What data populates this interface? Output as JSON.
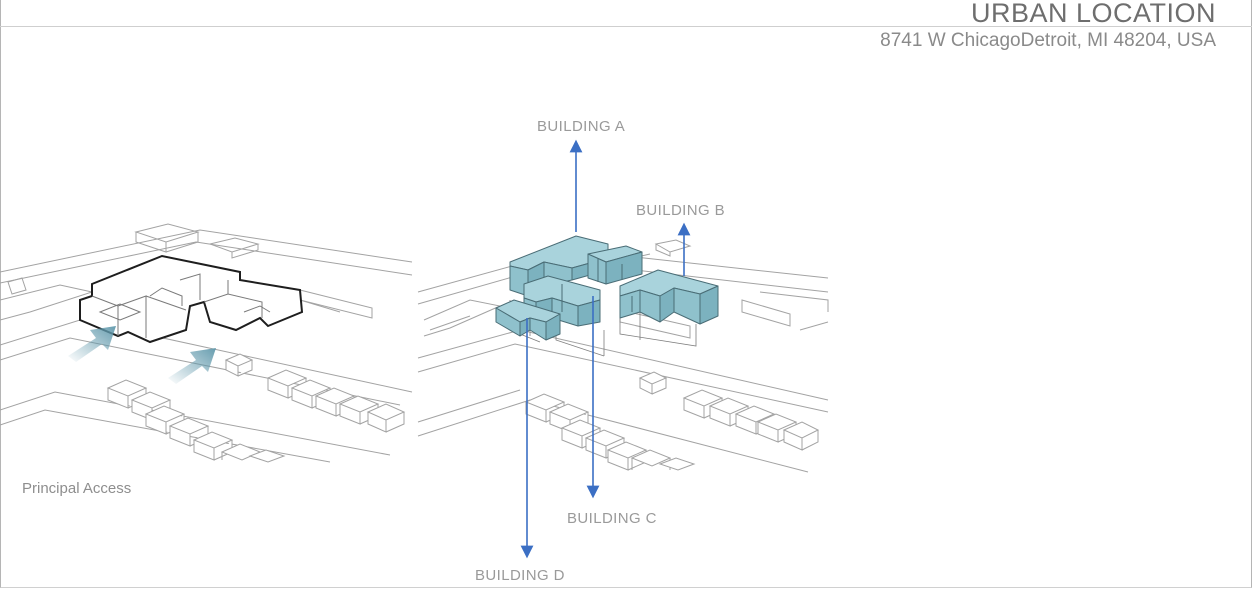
{
  "header": {
    "title": "URBAN LOCATION",
    "address": "8741 W ChicagoDetroit, MI 48204, USA"
  },
  "left_view": {
    "caption": "Principal Access"
  },
  "right_view": {
    "buildings": [
      {
        "id": "A",
        "label": "BUILDING A"
      },
      {
        "id": "B",
        "label": "BUILDING B"
      },
      {
        "id": "C",
        "label": "BUILDING C"
      },
      {
        "id": "D",
        "label": "BUILDING D"
      }
    ]
  },
  "colors": {
    "building_fill": "#8fc1cc",
    "arrow_blue": "#3b6fc4",
    "access_arrow": "#5f98ab",
    "linework": "#9c9c9c"
  }
}
